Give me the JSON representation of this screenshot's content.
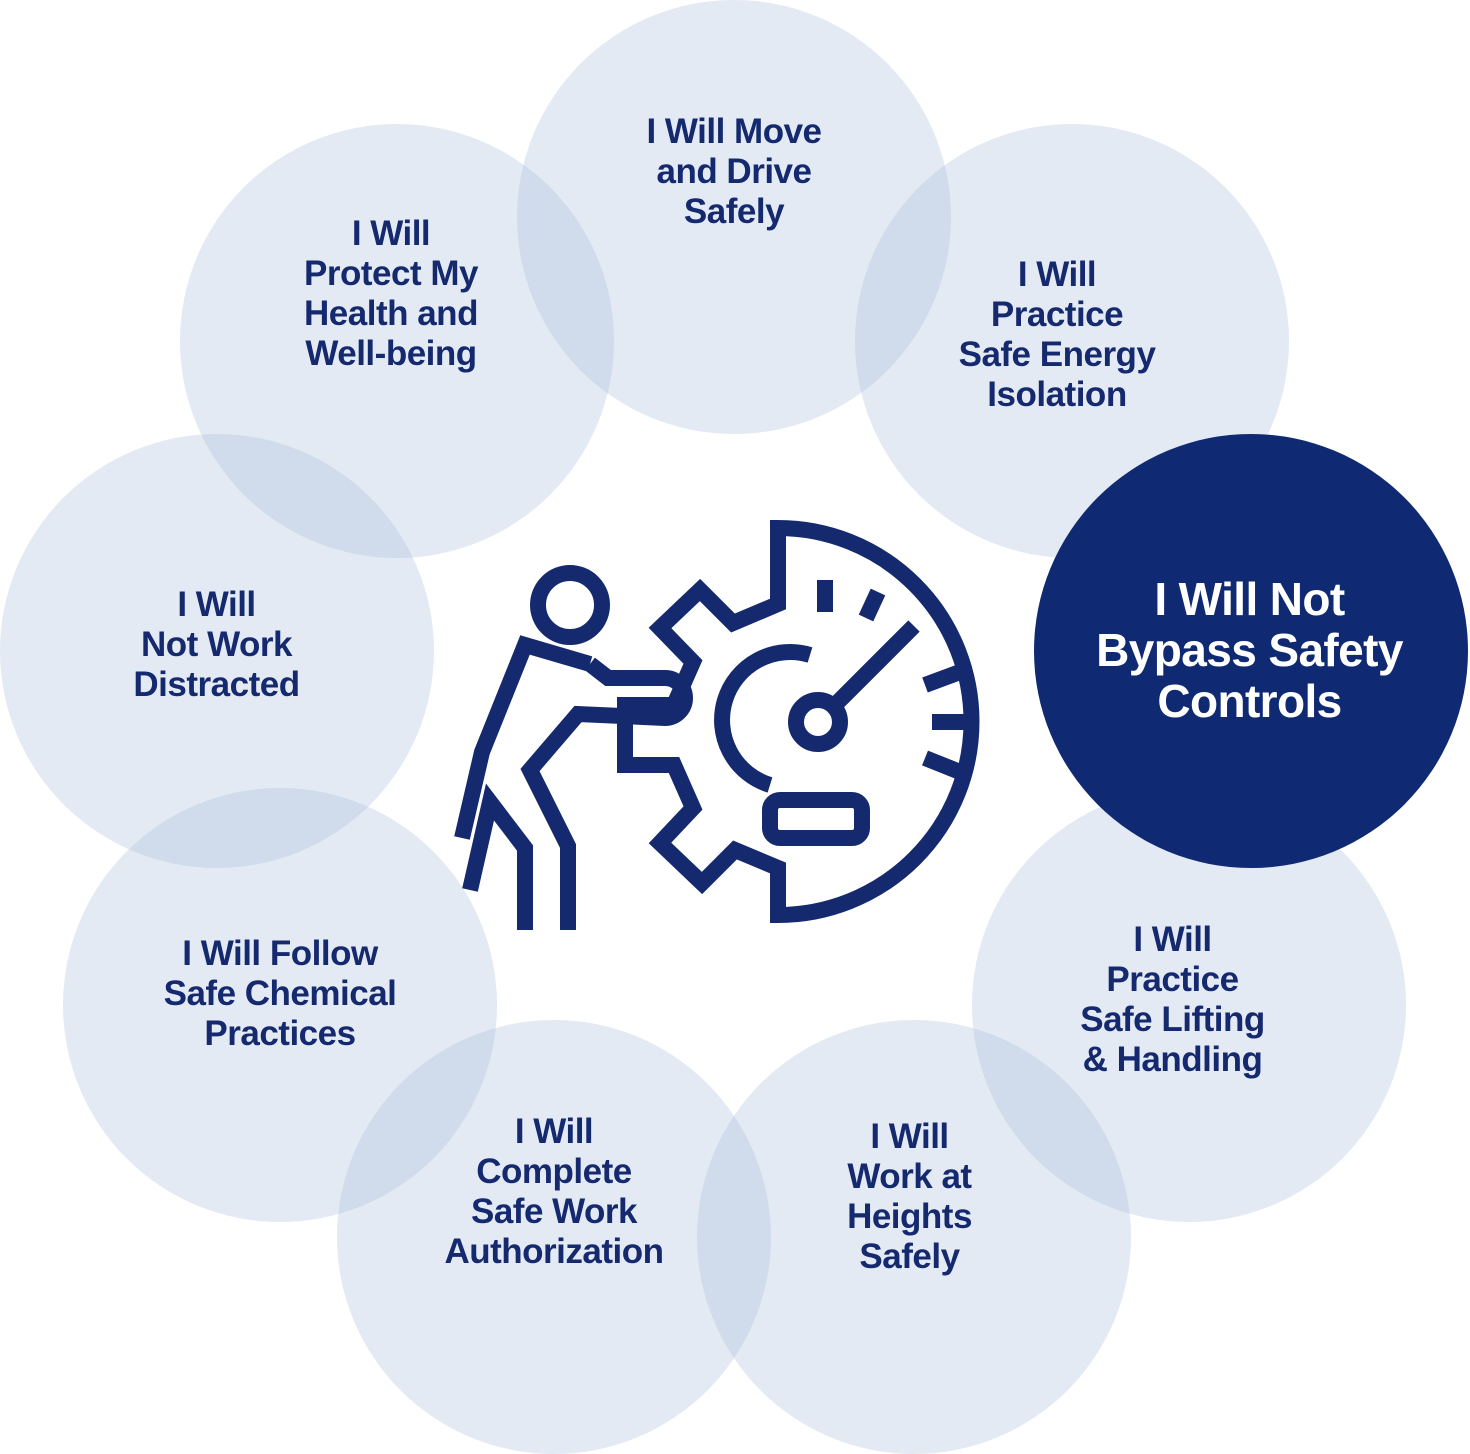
{
  "diagram": {
    "items": [
      {
        "label": "I Will Move\nand Drive\nSafely",
        "active": false
      },
      {
        "label": "I Will\nPractice\nSafe Energy\nIsolation",
        "active": false
      },
      {
        "label": "I Will Not\nBypass Safety\nControls",
        "active": true
      },
      {
        "label": "I Will\nPractice\nSafe Lifting\n& Handling",
        "active": false
      },
      {
        "label": "I Will\nWork at\nHeights\nSafely",
        "active": false
      },
      {
        "label": "I Will\nComplete\nSafe Work\nAuthorization",
        "active": false
      },
      {
        "label": "I Will Follow\nSafe Chemical\nPractices",
        "active": false
      },
      {
        "label": "I Will\nNot Work\nDistracted",
        "active": false
      },
      {
        "label": "I Will\nProtect My\nHealth and\nWell-being",
        "active": false
      }
    ],
    "center_icon": "worker-adjusting-gauge-gear-icon",
    "colors": {
      "navy": "#15296f",
      "active_fill": "#0f2a72",
      "circle_fill": "#acc1dd"
    }
  }
}
